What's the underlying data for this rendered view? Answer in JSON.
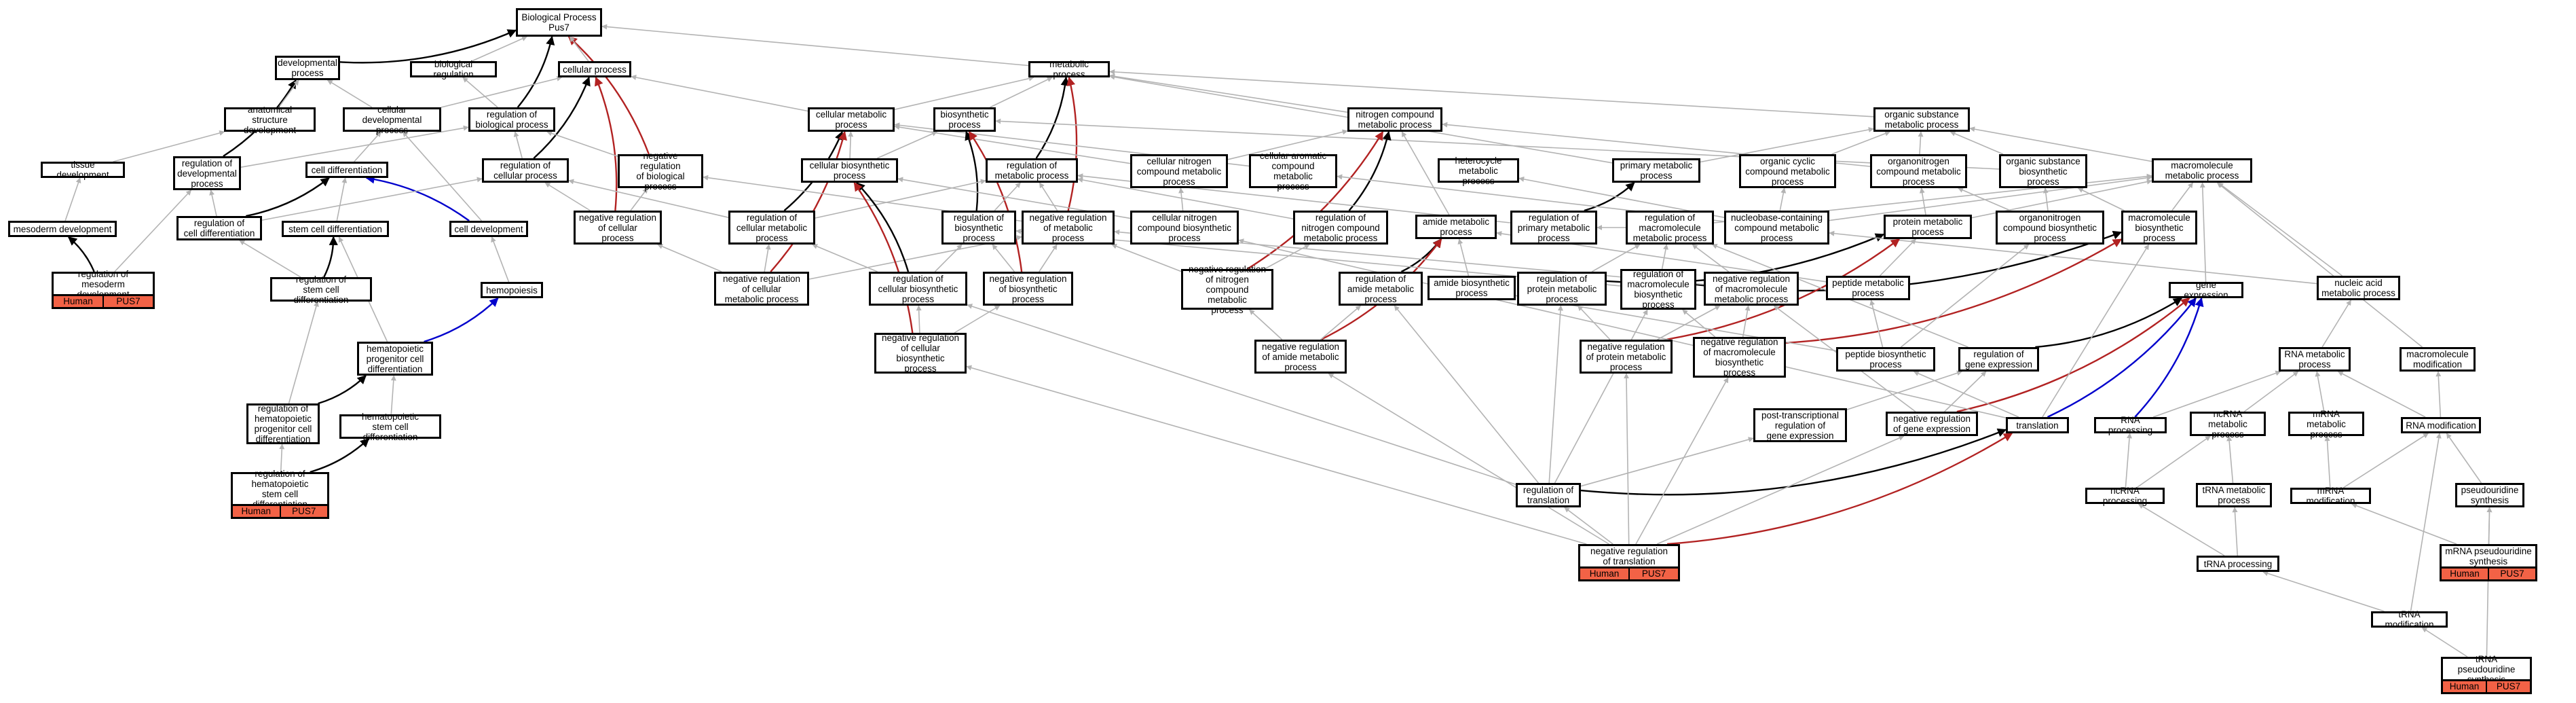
{
  "colors": {
    "default": "#b3b3b3",
    "black": "#000000",
    "red": "#b22222",
    "blue": "#0000cc",
    "tag": "#f26246"
  },
  "nodes": [
    {
      "id": "root",
      "label": "Biological Process\nPus7"
    },
    {
      "id": "dev_proc",
      "label": "developmental\nprocess"
    },
    {
      "id": "bio_reg",
      "label": "biological regulation"
    },
    {
      "id": "cell_proc",
      "label": "cellular process"
    },
    {
      "id": "met_proc",
      "label": "metabolic process"
    },
    {
      "id": "anat_dev",
      "label": "anatomical structure\ndevelopment"
    },
    {
      "id": "cell_dev_proc",
      "label": "cellular developmental\nprocess"
    },
    {
      "id": "reg_bio_proc",
      "label": "regulation of\nbiological process"
    },
    {
      "id": "cell_met",
      "label": "cellular metabolic\nprocess"
    },
    {
      "id": "biosyn",
      "label": "biosynthetic\nprocess"
    },
    {
      "id": "nitro_met",
      "label": "nitrogen compound\nmetabolic process"
    },
    {
      "id": "org_sub",
      "label": "organic substance\nmetabolic process"
    },
    {
      "id": "tissue_dev",
      "label": "tissue development"
    },
    {
      "id": "reg_dev",
      "label": "regulation of\ndevelopmental\nprocess"
    },
    {
      "id": "cell_diff",
      "label": "cell differentiation"
    },
    {
      "id": "reg_cell_proc",
      "label": "regulation of\ncellular process"
    },
    {
      "id": "neg_reg_bio",
      "label": "negative regulation\nof biological\nprocess"
    },
    {
      "id": "cell_biosyn",
      "label": "cellular biosynthetic\nprocess"
    },
    {
      "id": "reg_met",
      "label": "regulation of\nmetabolic process"
    },
    {
      "id": "cell_nitro",
      "label": "cellular nitrogen\ncompound metabolic\nprocess"
    },
    {
      "id": "cell_arom",
      "label": "cellular aromatic\ncompound metabolic\nprocess"
    },
    {
      "id": "hetero",
      "label": "heterocycle\nmetabolic process"
    },
    {
      "id": "prim_met",
      "label": "primary metabolic\nprocess"
    },
    {
      "id": "org_cyc",
      "label": "organic cyclic\ncompound metabolic\nprocess"
    },
    {
      "id": "organonitro",
      "label": "organonitrogen\ncompound metabolic\nprocess"
    },
    {
      "id": "org_sub_bio",
      "label": "organic substance\nbiosynthetic\nprocess"
    },
    {
      "id": "macro_met",
      "label": "macromolecule\nmetabolic process"
    },
    {
      "id": "meso_dev",
      "label": "mesoderm development"
    },
    {
      "id": "reg_cell_diff",
      "label": "regulation of\ncell differentiation"
    },
    {
      "id": "stem_diff",
      "label": "stem cell differentiation"
    },
    {
      "id": "cell_dev",
      "label": "cell development"
    },
    {
      "id": "neg_reg_cell",
      "label": "negative regulation\nof cellular\nprocess"
    },
    {
      "id": "reg_cell_met",
      "label": "regulation of\ncellular metabolic\nprocess"
    },
    {
      "id": "reg_biosyn",
      "label": "regulation of\nbiosynthetic\nprocess"
    },
    {
      "id": "neg_reg_met",
      "label": "negative regulation\nof metabolic\nprocess"
    },
    {
      "id": "cell_nitro_bio",
      "label": "cellular nitrogen\ncompound biosynthetic\nprocess"
    },
    {
      "id": "reg_nitro",
      "label": "regulation of\nnitrogen compound\nmetabolic process"
    },
    {
      "id": "amide_met",
      "label": "amide metabolic\nprocess"
    },
    {
      "id": "reg_prim",
      "label": "regulation of\nprimary metabolic\nprocess"
    },
    {
      "id": "reg_macro_met",
      "label": "regulation of\nmacromolecule\nmetabolic process"
    },
    {
      "id": "nuc_cont",
      "label": "nucleobase-containing\ncompound metabolic\nprocess"
    },
    {
      "id": "prot_met",
      "label": "protein metabolic\nprocess"
    },
    {
      "id": "organonitro_bio",
      "label": "organonitrogen\ncompound biosynthetic\nprocess"
    },
    {
      "id": "macro_bio",
      "label": "macromolecule\nbiosynthetic\nprocess"
    },
    {
      "id": "reg_meso",
      "label": "regulation of\nmesoderm development"
    },
    {
      "id": "reg_stem",
      "label": "regulation of\nstem cell differentiation"
    },
    {
      "id": "hemopoiesis",
      "label": "hemopoiesis"
    },
    {
      "id": "neg_reg_cell_met",
      "label": "negative regulation\nof cellular\nmetabolic process"
    },
    {
      "id": "reg_cell_bio",
      "label": "regulation of\ncellular biosynthetic\nprocess"
    },
    {
      "id": "neg_reg_bio_proc",
      "label": "negative regulation\nof biosynthetic\nprocess"
    },
    {
      "id": "neg_reg_nitro",
      "label": "negative regulation\nof nitrogen\ncompound metabolic\nprocess"
    },
    {
      "id": "reg_amide",
      "label": "regulation of\namide metabolic\nprocess"
    },
    {
      "id": "amide_bio",
      "label": "amide biosynthetic\nprocess"
    },
    {
      "id": "reg_prot",
      "label": "regulation of\nprotein metabolic\nprocess"
    },
    {
      "id": "reg_macro_bio",
      "label": "regulation of\nmacromolecule\nbiosynthetic\nprocess"
    },
    {
      "id": "neg_reg_macro_met",
      "label": "negative regulation\nof macromolecule\nmetabolic process"
    },
    {
      "id": "pep_met",
      "label": "peptide metabolic\nprocess"
    },
    {
      "id": "gene_expr",
      "label": "gene expression"
    },
    {
      "id": "nuc_acid",
      "label": "nucleic acid\nmetabolic process"
    },
    {
      "id": "hema_prog",
      "label": "hematopoietic\nprogenitor cell\ndifferentiation"
    },
    {
      "id": "neg_reg_cell_bio",
      "label": "negative regulation\nof cellular\nbiosynthetic\nprocess"
    },
    {
      "id": "neg_reg_amide",
      "label": "negative regulation\nof amide metabolic\nprocess"
    },
    {
      "id": "neg_reg_prot",
      "label": "negative regulation\nof protein metabolic\nprocess"
    },
    {
      "id": "neg_reg_macro_bio",
      "label": "negative regulation\nof macromolecule\nbiosynthetic\nprocess"
    },
    {
      "id": "pep_bio",
      "label": "peptide biosynthetic\nprocess"
    },
    {
      "id": "reg_gene",
      "label": "regulation of\ngene expression"
    },
    {
      "id": "rna_met",
      "label": "RNA metabolic\nprocess"
    },
    {
      "id": "macro_mod",
      "label": "macromolecule\nmodification"
    },
    {
      "id": "reg_hema_prog",
      "label": "regulation of\nhematopoietic\nprogenitor cell\ndifferentiation"
    },
    {
      "id": "hema_stem",
      "label": "hematopoietic\nstem cell differentiation"
    },
    {
      "id": "post_trans",
      "label": "post-transcriptional\nregulation of\ngene expression"
    },
    {
      "id": "neg_reg_gene",
      "label": "negative regulation\nof gene expression"
    },
    {
      "id": "translation",
      "label": "translation"
    },
    {
      "id": "rna_proc",
      "label": "RNA processing"
    },
    {
      "id": "ncrna_met",
      "label": "ncRNA metabolic\nprocess"
    },
    {
      "id": "mrna_met",
      "label": "mRNA metabolic\nprocess"
    },
    {
      "id": "rna_mod",
      "label": "RNA modification"
    },
    {
      "id": "reg_hema_stem",
      "label": "regulation of\nhematopoietic\nstem cell differentiation"
    },
    {
      "id": "ncrna_proc",
      "label": "ncRNA processing"
    },
    {
      "id": "trna_met",
      "label": "tRNA metabolic\nprocess"
    },
    {
      "id": "mrna_mod",
      "label": "mRNA modification"
    },
    {
      "id": "pseudo_syn",
      "label": "pseudouridine\nsynthesis"
    },
    {
      "id": "reg_transl",
      "label": "regulation of\ntranslation"
    },
    {
      "id": "mrna_pseudo",
      "label": "mRNA pseudouridine\nsynthesis"
    },
    {
      "id": "neg_reg_transl",
      "label": "negative regulation\nof translation"
    },
    {
      "id": "trna_proc",
      "label": "tRNA processing"
    },
    {
      "id": "trna_mod",
      "label": "tRNA modification"
    },
    {
      "id": "trna_pseudo",
      "label": "tRNA pseudouridine\nsynthesis"
    }
  ],
  "tags": [
    {
      "node": "reg_meso",
      "labels": [
        "Human",
        "PUS7"
      ]
    },
    {
      "node": "reg_hema_stem",
      "labels": [
        "Human",
        "PUS7"
      ]
    },
    {
      "node": "neg_reg_transl",
      "labels": [
        "Human",
        "PUS7"
      ]
    },
    {
      "node": "mrna_pseudo",
      "labels": [
        "Human",
        "PUS7"
      ]
    },
    {
      "node": "trna_pseudo",
      "labels": [
        "Human",
        "PUS7"
      ]
    }
  ],
  "edges": [
    [
      "dev_proc",
      "root",
      "black"
    ],
    [
      "reg_bio_proc",
      "root",
      "black"
    ],
    [
      "neg_reg_bio",
      "root",
      "red"
    ],
    [
      "bio_reg",
      "root"
    ],
    [
      "cell_proc",
      "root"
    ],
    [
      "met_proc",
      "root"
    ],
    [
      "reg_dev",
      "dev_proc",
      "black"
    ],
    [
      "anat_dev",
      "dev_proc"
    ],
    [
      "cell_dev_proc",
      "dev_proc"
    ],
    [
      "reg_cell_proc",
      "cell_proc",
      "black"
    ],
    [
      "neg_reg_cell",
      "cell_proc",
      "red"
    ],
    [
      "cell_dev_proc",
      "cell_proc"
    ],
    [
      "cell_met",
      "cell_proc"
    ],
    [
      "reg_met",
      "met_proc",
      "black"
    ],
    [
      "neg_reg_met",
      "met_proc",
      "red"
    ],
    [
      "cell_met",
      "met_proc"
    ],
    [
      "biosyn",
      "met_proc"
    ],
    [
      "nitro_met",
      "met_proc"
    ],
    [
      "org_sub",
      "met_proc"
    ],
    [
      "prim_met",
      "met_proc"
    ],
    [
      "reg_bio_proc",
      "bio_reg"
    ],
    [
      "reg_cell_proc",
      "reg_bio_proc"
    ],
    [
      "neg_reg_bio",
      "reg_bio_proc"
    ],
    [
      "reg_dev",
      "reg_bio_proc"
    ],
    [
      "tissue_dev",
      "anat_dev"
    ],
    [
      "cell_diff",
      "cell_dev_proc"
    ],
    [
      "cell_dev",
      "cell_dev_proc"
    ],
    [
      "reg_cell_met",
      "cell_met",
      "black"
    ],
    [
      "neg_reg_cell_met",
      "cell_met",
      "red"
    ],
    [
      "cell_biosyn",
      "cell_met"
    ],
    [
      "cell_nitro",
      "cell_met"
    ],
    [
      "cell_arom",
      "cell_met"
    ],
    [
      "reg_biosyn",
      "biosyn",
      "black"
    ],
    [
      "neg_reg_bio_proc",
      "biosyn",
      "red"
    ],
    [
      "cell_biosyn",
      "biosyn"
    ],
    [
      "org_sub_bio",
      "biosyn"
    ],
    [
      "reg_nitro",
      "nitro_met",
      "black"
    ],
    [
      "neg_reg_nitro",
      "nitro_met",
      "red"
    ],
    [
      "cell_nitro",
      "nitro_met"
    ],
    [
      "organonitro",
      "nitro_met"
    ],
    [
      "amide_met",
      "nitro_met"
    ],
    [
      "prim_met",
      "org_sub"
    ],
    [
      "org_cyc",
      "org_sub"
    ],
    [
      "organonitro",
      "org_sub"
    ],
    [
      "org_sub_bio",
      "org_sub"
    ],
    [
      "macro_met",
      "org_sub"
    ],
    [
      "meso_dev",
      "tissue_dev"
    ],
    [
      "reg_meso",
      "meso_dev",
      "black"
    ],
    [
      "reg_meso",
      "reg_dev"
    ],
    [
      "reg_cell_diff",
      "cell_diff",
      "black"
    ],
    [
      "stem_diff",
      "cell_diff"
    ],
    [
      "cell_dev",
      "cell_diff",
      "blue"
    ],
    [
      "reg_cell_diff",
      "reg_dev"
    ],
    [
      "reg_cell_diff",
      "reg_cell_proc"
    ],
    [
      "neg_reg_cell",
      "reg_cell_proc"
    ],
    [
      "neg_reg_cell",
      "neg_reg_bio"
    ],
    [
      "reg_cell_met",
      "reg_cell_proc"
    ],
    [
      "reg_cell_met",
      "reg_met"
    ],
    [
      "reg_biosyn",
      "reg_met"
    ],
    [
      "neg_reg_met",
      "reg_met"
    ],
    [
      "neg_reg_met",
      "neg_reg_bio"
    ],
    [
      "cell_nitro_bio",
      "cell_nitro"
    ],
    [
      "cell_nitro_bio",
      "cell_biosyn"
    ],
    [
      "reg_nitro",
      "reg_met"
    ],
    [
      "reg_prim",
      "reg_met"
    ],
    [
      "reg_prim",
      "prim_met",
      "black"
    ],
    [
      "reg_macro_met",
      "reg_prim"
    ],
    [
      "reg_macro_met",
      "macro_met"
    ],
    [
      "nuc_cont",
      "org_cyc"
    ],
    [
      "nuc_cont",
      "cell_arom"
    ],
    [
      "nuc_cont",
      "hetero"
    ],
    [
      "nuc_cont",
      "macro_met"
    ],
    [
      "prot_met",
      "organonitro"
    ],
    [
      "prot_met",
      "macro_met"
    ],
    [
      "organonitro_bio",
      "organonitro"
    ],
    [
      "organonitro_bio",
      "org_sub_bio"
    ],
    [
      "macro_bio",
      "macro_met"
    ],
    [
      "macro_bio",
      "org_sub_bio"
    ],
    [
      "reg_stem",
      "stem_diff",
      "black"
    ],
    [
      "reg_stem",
      "reg_cell_diff"
    ],
    [
      "hemopoiesis",
      "cell_dev"
    ],
    [
      "hema_prog",
      "hemopoiesis",
      "blue"
    ],
    [
      "neg_reg_cell_met",
      "reg_cell_met"
    ],
    [
      "neg_reg_cell_met",
      "neg_reg_cell"
    ],
    [
      "neg_reg_cell_met",
      "neg_reg_met"
    ],
    [
      "reg_cell_bio",
      "cell_biosyn",
      "black"
    ],
    [
      "reg_cell_bio",
      "reg_cell_met"
    ],
    [
      "reg_cell_bio",
      "reg_biosyn"
    ],
    [
      "neg_reg_bio_proc",
      "reg_biosyn"
    ],
    [
      "neg_reg_bio_proc",
      "neg_reg_met"
    ],
    [
      "neg_reg_nitro",
      "reg_nitro"
    ],
    [
      "neg_reg_nitro",
      "neg_reg_met"
    ],
    [
      "reg_amide",
      "amide_met",
      "black"
    ],
    [
      "neg_reg_amide",
      "amide_met",
      "red"
    ],
    [
      "amide_bio",
      "amide_met"
    ],
    [
      "pep_met",
      "amide_met"
    ],
    [
      "reg_prot",
      "prot_met",
      "black"
    ],
    [
      "reg_prot",
      "reg_macro_met"
    ],
    [
      "reg_macro_bio",
      "macro_bio",
      "black"
    ],
    [
      "reg_macro_bio",
      "reg_macro_met"
    ],
    [
      "reg_macro_bio",
      "reg_biosyn"
    ],
    [
      "neg_reg_macro_met",
      "reg_macro_met"
    ],
    [
      "neg_reg_macro_met",
      "neg_reg_met"
    ],
    [
      "pep_met",
      "prot_met"
    ],
    [
      "gene_expr",
      "macro_met"
    ],
    [
      "nuc_acid",
      "nuc_cont"
    ],
    [
      "nuc_acid",
      "macro_met"
    ],
    [
      "hema_prog",
      "stem_diff"
    ],
    [
      "reg_hema_prog",
      "hema_prog",
      "black"
    ],
    [
      "reg_hema_prog",
      "reg_stem"
    ],
    [
      "hema_stem",
      "hema_prog"
    ],
    [
      "reg_hema_stem",
      "hema_stem",
      "black"
    ],
    [
      "reg_hema_stem",
      "reg_hema_prog"
    ],
    [
      "neg_reg_cell_bio",
      "reg_cell_bio"
    ],
    [
      "neg_reg_cell_bio",
      "neg_reg_bio_proc"
    ],
    [
      "neg_reg_cell_bio",
      "cell_biosyn",
      "red"
    ],
    [
      "neg_reg_amide",
      "reg_amide"
    ],
    [
      "neg_reg_amide",
      "neg_reg_nitro"
    ],
    [
      "neg_reg_prot",
      "reg_prot"
    ],
    [
      "neg_reg_prot",
      "neg_reg_macro_met"
    ],
    [
      "neg_reg_prot",
      "prot_met",
      "red"
    ],
    [
      "neg_reg_macro_bio",
      "reg_macro_bio"
    ],
    [
      "neg_reg_macro_bio",
      "neg_reg_macro_met"
    ],
    [
      "neg_reg_macro_bio",
      "macro_bio",
      "red"
    ],
    [
      "pep_bio",
      "pep_met"
    ],
    [
      "pep_bio",
      "amide_bio"
    ],
    [
      "pep_bio",
      "organonitro_bio"
    ],
    [
      "reg_gene",
      "gene_expr",
      "black"
    ],
    [
      "reg_gene",
      "reg_macro_met"
    ],
    [
      "rna_met",
      "nuc_acid"
    ],
    [
      "macro_mod",
      "macro_met"
    ],
    [
      "post_trans",
      "reg_gene"
    ],
    [
      "neg_reg_gene",
      "reg_gene"
    ],
    [
      "neg_reg_gene",
      "neg_reg_macro_met"
    ],
    [
      "neg_reg_gene",
      "gene_expr",
      "red"
    ],
    [
      "translation",
      "gene_expr",
      "blue"
    ],
    [
      "translation",
      "pep_bio"
    ],
    [
      "translation",
      "macro_bio"
    ],
    [
      "translation",
      "cell_nitro_bio"
    ],
    [
      "rna_proc",
      "rna_met"
    ],
    [
      "rna_proc",
      "gene_expr",
      "blue"
    ],
    [
      "ncrna_met",
      "rna_met"
    ],
    [
      "mrna_met",
      "rna_met"
    ],
    [
      "rna_mod",
      "rna_met"
    ],
    [
      "rna_mod",
      "macro_mod"
    ],
    [
      "ncrna_proc",
      "ncrna_met"
    ],
    [
      "ncrna_proc",
      "rna_proc"
    ],
    [
      "trna_met",
      "ncrna_met"
    ],
    [
      "mrna_mod",
      "mrna_met"
    ],
    [
      "mrna_mod",
      "rna_mod"
    ],
    [
      "pseudo_syn",
      "rna_mod"
    ],
    [
      "reg_transl",
      "translation",
      "black"
    ],
    [
      "reg_transl",
      "reg_amide"
    ],
    [
      "reg_transl",
      "reg_prot"
    ],
    [
      "reg_transl",
      "reg_macro_bio"
    ],
    [
      "reg_transl",
      "reg_cell_bio"
    ],
    [
      "reg_transl",
      "post_trans"
    ],
    [
      "mrna_pseudo",
      "mrna_mod"
    ],
    [
      "mrna_pseudo",
      "pseudo_syn"
    ],
    [
      "neg_reg_transl",
      "reg_transl"
    ],
    [
      "neg_reg_transl",
      "translation",
      "red"
    ],
    [
      "neg_reg_transl",
      "neg_reg_gene"
    ],
    [
      "neg_reg_transl",
      "neg_reg_amide"
    ],
    [
      "neg_reg_transl",
      "neg_reg_prot"
    ],
    [
      "neg_reg_transl",
      "neg_reg_macro_bio"
    ],
    [
      "neg_reg_transl",
      "neg_reg_cell_bio"
    ],
    [
      "trna_proc",
      "trna_met"
    ],
    [
      "trna_proc",
      "ncrna_proc"
    ],
    [
      "trna_mod",
      "trna_proc"
    ],
    [
      "trna_mod",
      "rna_mod"
    ],
    [
      "trna_pseudo",
      "trna_mod"
    ],
    [
      "trna_pseudo",
      "pseudo_syn"
    ]
  ]
}
